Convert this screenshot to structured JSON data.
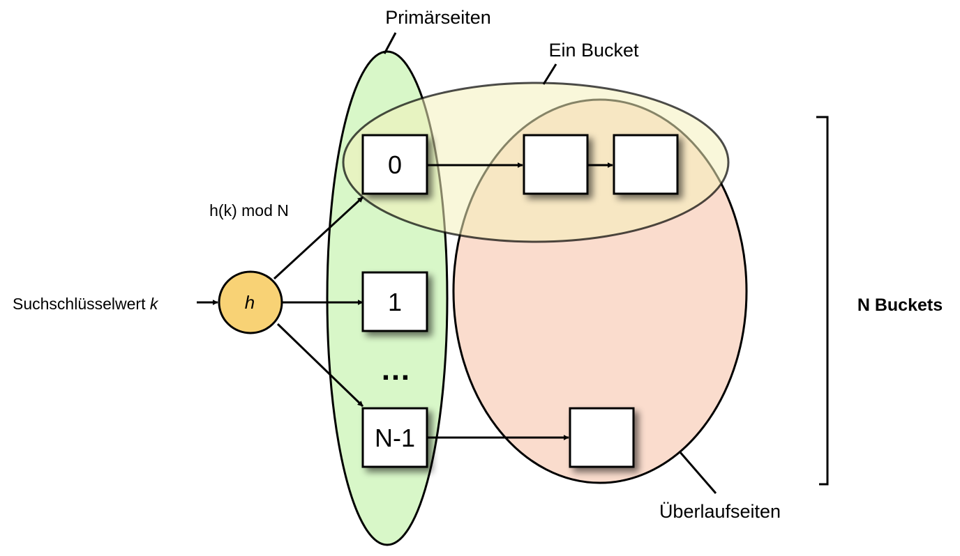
{
  "labels": {
    "primary_pages": "Primärseiten",
    "one_bucket": "Ein Bucket",
    "hash_mod": "h(k) mod N",
    "search_key_prefix": "Suchschlüsselwert ",
    "search_key_var": "k",
    "hash_fn": "h",
    "overflow_pages": "Überlaufseiten",
    "n_buckets": "N Buckets",
    "ellipsis": "…"
  },
  "boxes": {
    "b0": "0",
    "b1": "1",
    "bn1": "N-1"
  },
  "colors": {
    "primary_region": "#d8f7c8",
    "bucket_region": "#f6f5d6",
    "overflow_region": "#fad8c8",
    "hash_node": "#f8d275",
    "ink": "#000000"
  }
}
